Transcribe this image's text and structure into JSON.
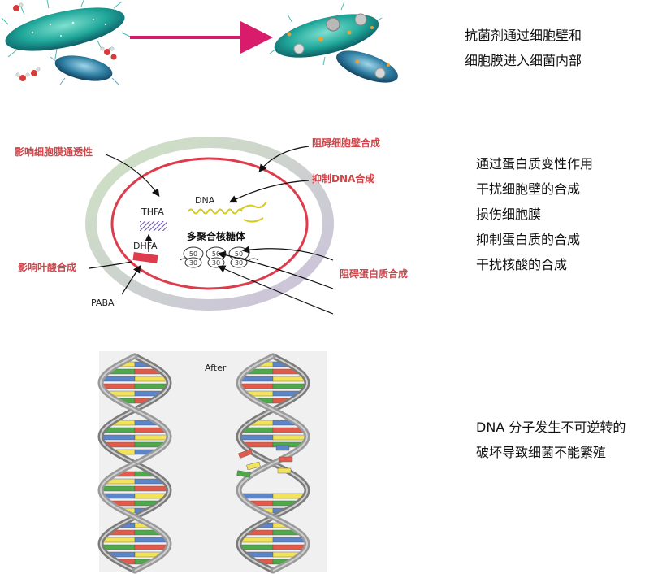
{
  "section1": {
    "caption_lines": [
      "抗菌剂通过细胞壁和",
      "细胞膜进入细菌内部"
    ]
  },
  "section2": {
    "labels": {
      "membrane_permeability": "影响细胞膜通透性",
      "cell_wall_synthesis": "阻碍细胞壁合成",
      "dna_synthesis": "抑制DNA合成",
      "folate_synthesis": "影响叶酸合成",
      "protein_synthesis": "阻碍蛋白质合成",
      "thfa": "THFA",
      "dhfa": "DHFA",
      "paba": "PABA",
      "dna": "DNA",
      "polysome": "多聚合核糖体"
    },
    "ribosome_numbers": {
      "top": "50",
      "bottom": "30"
    },
    "caption_lines": [
      "通过蛋白质变性作用",
      "干扰细胞壁的合成",
      "损伤细胞膜",
      "抑制蛋白质的合成",
      "干扰核酸的合成"
    ]
  },
  "section3": {
    "after_label": "After",
    "caption_lines": [
      "DNA 分子发生不可逆转的",
      "破坏导致细菌不能繁殖"
    ]
  },
  "colors": {
    "arrow": "#d81b6a",
    "bacteria_teal": "#1fa79a",
    "bacteria_blue": "#2f7fa3",
    "membrane_red": "#dc3c4c",
    "wall_green": "#cfe3c2",
    "wall_purple": "#cbc1dc",
    "dna_yellow": "#d6c920",
    "base_colors": [
      "#e25b4a",
      "#f2e35a",
      "#4fa84a",
      "#5b86c9"
    ]
  }
}
